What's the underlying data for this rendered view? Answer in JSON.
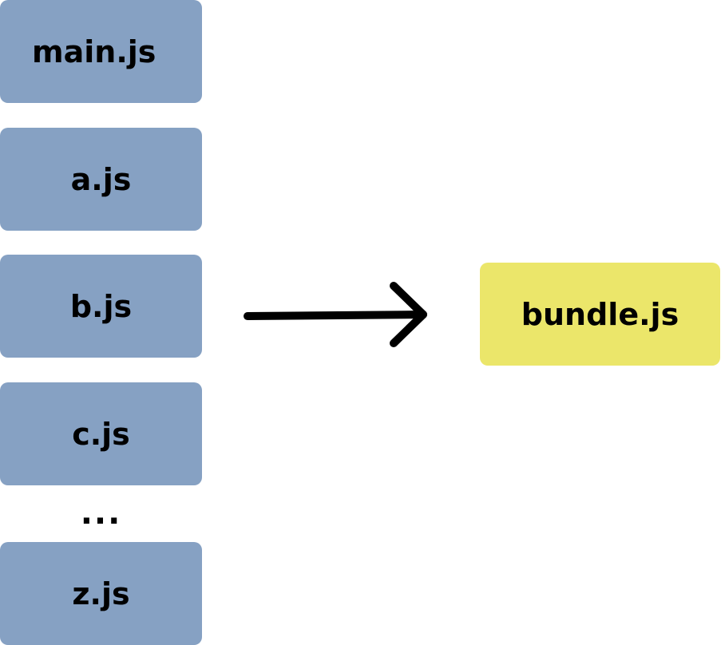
{
  "colors": {
    "source_file_fill": "#86a1c3",
    "bundle_fill": "#ebe66a",
    "arrow": "#000000"
  },
  "source_files": [
    {
      "label": "main.js"
    },
    {
      "label": "a.js"
    },
    {
      "label": "b.js"
    },
    {
      "label": "c.js"
    },
    {
      "label": "z.js"
    }
  ],
  "ellipsis": "...",
  "bundle": {
    "label": "bundle.js"
  },
  "arrow_icon": "right-arrow-icon"
}
